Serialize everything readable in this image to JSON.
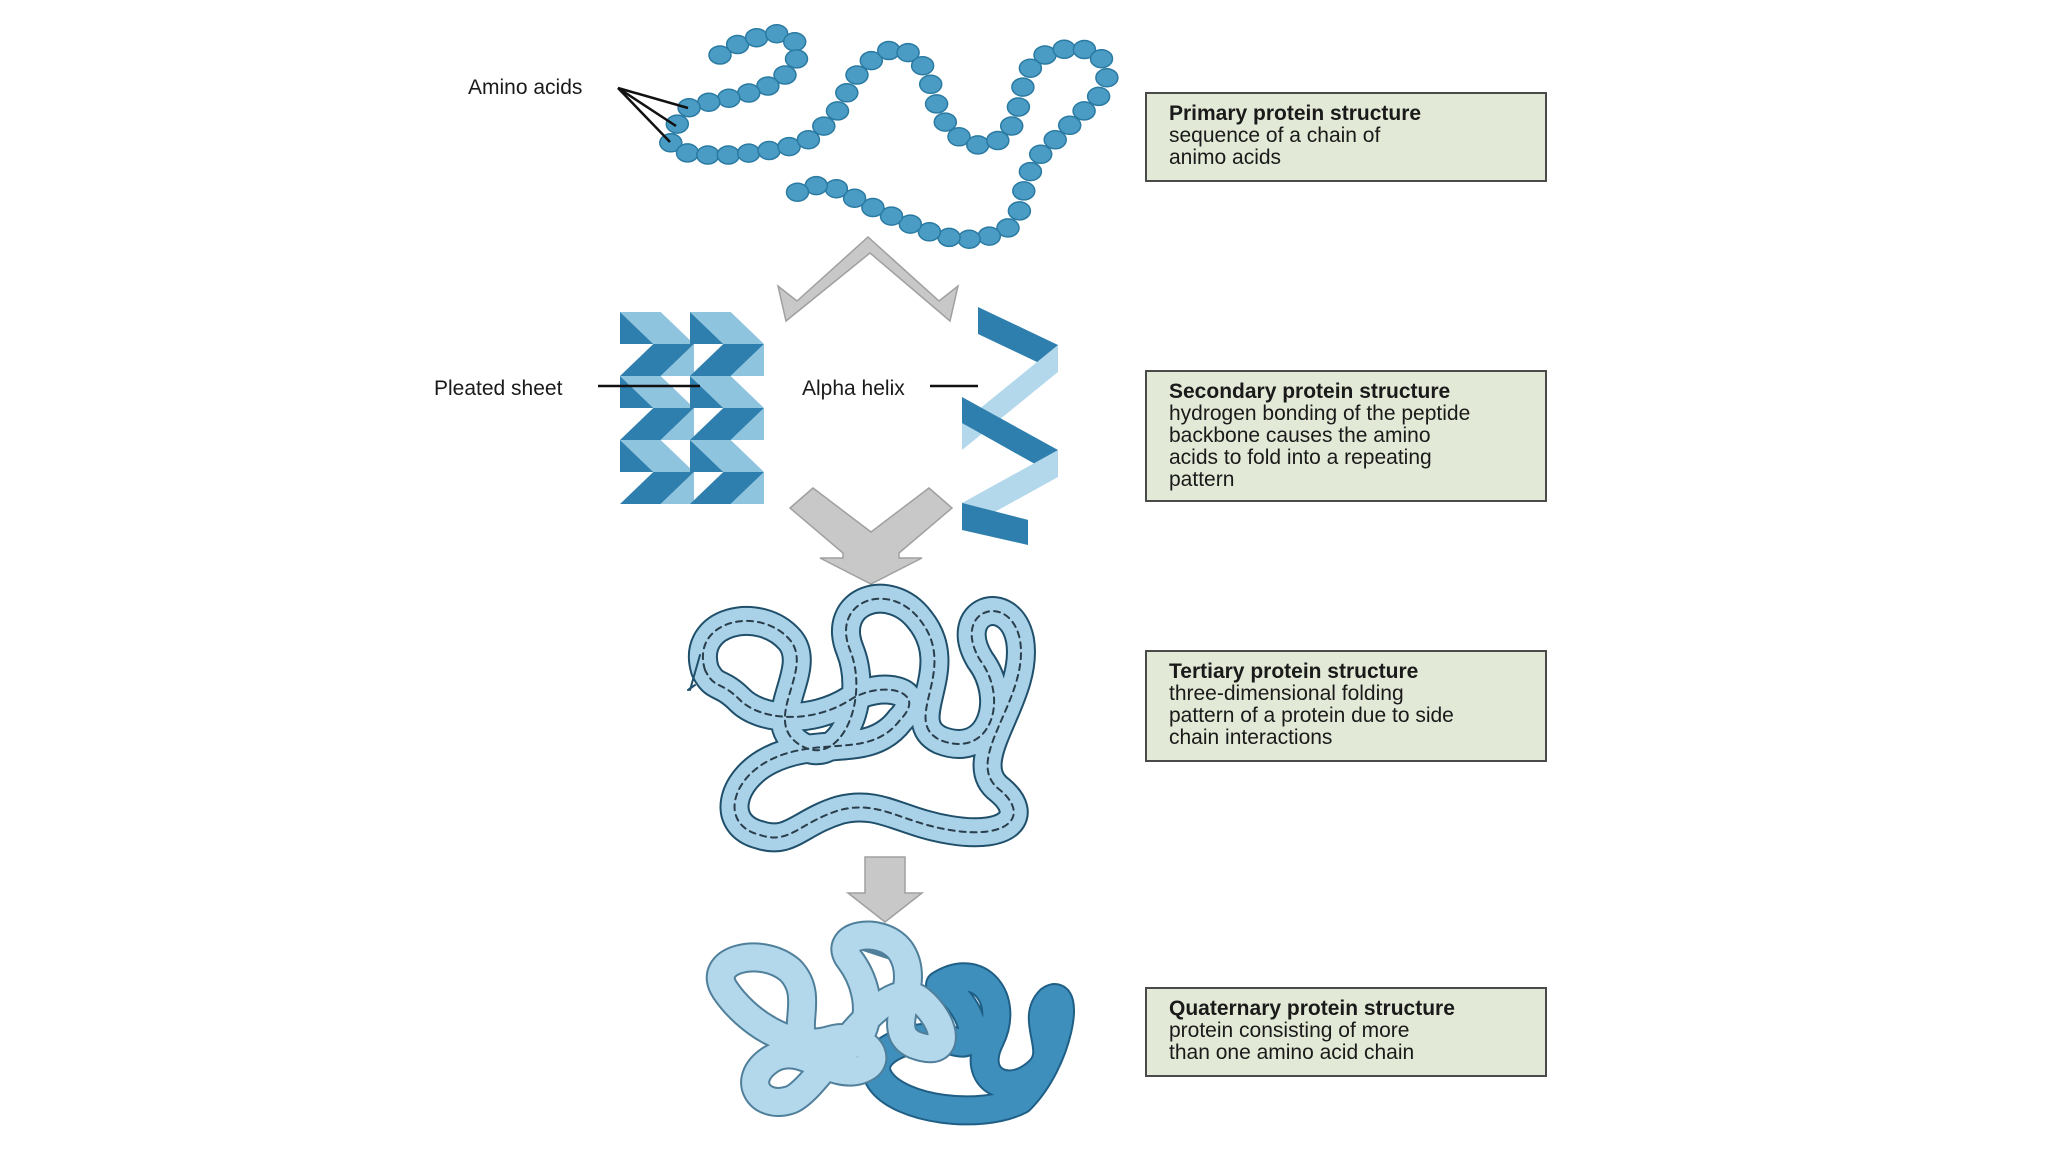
{
  "labels": {
    "amino_acids": "Amino acids",
    "pleated_sheet": "Pleated sheet",
    "alpha_helix": "Alpha helix"
  },
  "boxes": [
    {
      "title": "Primary protein structure",
      "description": "sequence of a chain of\nanimo acids"
    },
    {
      "title": "Secondary protein structure",
      "description": "hydrogen bonding of the peptide\nbackbone causes the amino\nacids to fold into a repeating\npattern"
    },
    {
      "title": "Tertiary protein structure",
      "description": "three-dimensional folding\npattern of a protein due to side\nchain interactions"
    },
    {
      "title": "Quaternary protein structure",
      "description": "protein consisting of more\nthan one amino acid chain"
    }
  ],
  "colors": {
    "bead_fill": "#4a9cc4",
    "bead_stroke": "#2a7aa2",
    "dark_blue": "#2e7fae",
    "light_blue": "#8fc4df",
    "pale_blue": "#b3d8ec",
    "arrow_gray": "#c8c8c8",
    "box_fill": "#e2e9d6"
  }
}
